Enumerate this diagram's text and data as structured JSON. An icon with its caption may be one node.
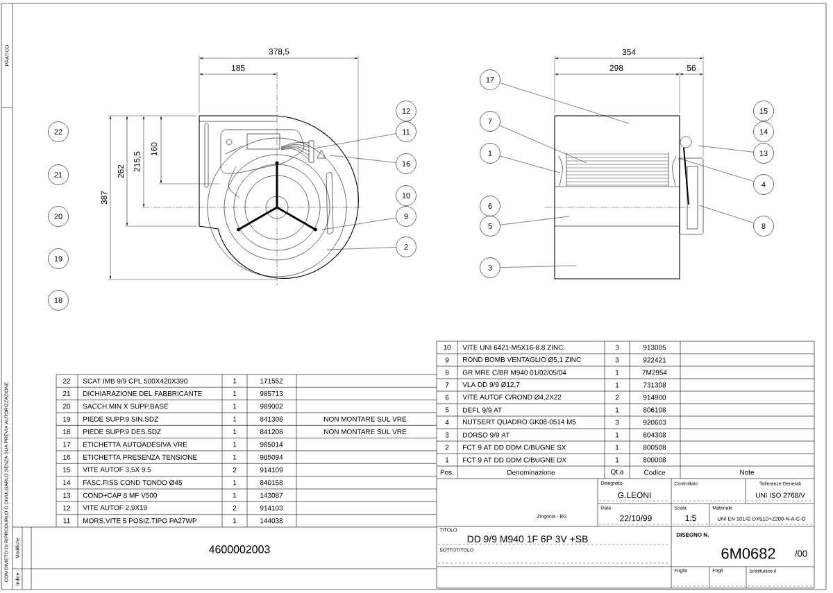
{
  "diagram": {
    "nodes": [
      {
        "text": [
          "22"
        ]
      },
      {
        "text": [
          "21"
        ]
      },
      {
        "text": [
          "20"
        ]
      },
      {
        "text": [
          "19"
        ]
      },
      {
        "text": [
          "18"
        ]
      },
      {
        "text": [
          "12"
        ]
      },
      {
        "text": [
          "11"
        ]
      },
      {
        "text": [
          "16"
        ]
      },
      {
        "text": [
          "10"
        ]
      },
      {
        "text": [
          "9"
        ]
      },
      {
        "text": [
          "2"
        ]
      },
      {
        "text": [
          "17"
        ]
      },
      {
        "text": [
          "7"
        ]
      },
      {
        "text": [
          "1"
        ]
      },
      {
        "text": [
          "6"
        ]
      },
      {
        "text": [
          "5"
        ]
      },
      {
        "text": [
          "3"
        ]
      },
      {
        "text": [
          "15"
        ]
      },
      {
        "text": [
          "14"
        ]
      },
      {
        "text": [
          "13"
        ]
      },
      {
        "text": [
          "4"
        ]
      },
      {
        "text": [
          "8"
        ]
      }
    ],
    "edges": [
      {
        "from": 6,
        "to": null,
        "arrow": "none"
      },
      {
        "from": 7,
        "to": null,
        "arrow": "none"
      },
      {
        "from": 9,
        "to": null,
        "arrow": "none"
      },
      {
        "from": 10,
        "to": null,
        "arrow": "none"
      },
      {
        "from": 11,
        "to": null,
        "arrow": "none"
      },
      {
        "from": 12,
        "to": null,
        "arrow": "none"
      },
      {
        "from": 13,
        "to": null,
        "arrow": "none"
      },
      {
        "from": 15,
        "to": null,
        "arrow": "none"
      },
      {
        "from": 16,
        "to": null,
        "arrow": "none"
      },
      {
        "from": 19,
        "to": null,
        "arrow": "none"
      },
      {
        "from": 20,
        "to": null,
        "arrow": "none"
      },
      {
        "from": 21,
        "to": null,
        "arrow": "none"
      }
    ],
    "labels": [
      "PRATICO",
      "CON DIVIETO DI RIPRODURLO O DIVULGARLO SENZA SUA PREVIA AUTORIZZAZIONE",
      "378,5",
      "185",
      "354",
      "298",
      "56",
      "387",
      "262",
      "215,5",
      "160",
      "10",
      "VITE UNI 6421-M5X16-8.8 ZINC.",
      "3",
      "913005",
      "9",
      "ROND BOMB VENTAGLIO Ø5,1 ZINC",
      "3",
      "922421",
      "8",
      "GR MRE C/BR M940 01/02/05/04",
      "1",
      "7M2954",
      "7",
      "VLA DD 9/9 Ø12,7",
      "1",
      "731308",
      "6",
      "VITE AUTOF C/ROND Ø4,2X22",
      "2",
      "914900",
      "5",
      "DEFL 9/9 AT",
      "1",
      "806108",
      "4",
      "NUTSERT QUADRO GK08-0514 M5",
      "3",
      "920603",
      "3",
      "DORSO 9/9 AT",
      "1",
      "804308",
      "2",
      "FCT 9 AT DD DDM C/BUGNE SX",
      "1",
      "800508",
      "1",
      "FCT 9 AT DD DDM C/BUGNE DX",
      "1",
      "800008",
      "Pos.",
      "Denominazione",
      "Qt.a",
      "Codice",
      "Note",
      "22",
      "SCAT IMB 9/9 CPL 500X420X390",
      "1",
      "171552",
      "21",
      "DICHIARAZIONE DEL FABBRICANTE",
      "1",
      "985713",
      "20",
      "SACCH.MIN X SUPP.BASE",
      "1",
      "989002",
      "19",
      "PIEDE SUPP.9 SIN.SDZ",
      "1",
      "841308",
      "NON MONTARE SUL VRE",
      "18",
      "PIEDE SUPP.9 DES.SDZ",
      "1",
      "841208",
      "NON MONTARE SUL VRE",
      "17",
      "ETICHETTA AUTOADESIVA VRE",
      "1",
      "985014",
      "16",
      "ETICHETTA PRESENZA TENSIONE",
      "1",
      "985094",
      "15",
      "VITE AUTOF 3,5X 9.5",
      "2",
      "914109",
      "14",
      "FASC.FISS COND TONDO Ø45",
      "1",
      "840158",
      "13",
      "COND+CAP 8 MF V500",
      "1",
      "143087",
      "12",
      "VITE AUTOF 2,9X19",
      "2",
      "914103",
      "11",
      "MORS.VITE 5 POSIZ.TIPO PA27WP",
      "1",
      "144038",
      "Disegnato",
      "G.LEONI",
      "Controllato",
      "Tolleranze Generali",
      "UNI ISO 2768/V",
      "Zingonia - BG",
      "Data",
      "22/10/99",
      "Scala",
      "1:5",
      "Materiale",
      "UNI EN 10142 DX51D+Z200-N-A-C-O",
      "4600002003",
      "TITOLO",
      "DD 9/9 M940 1F 6P 3V +SB",
      "DISEGNO N.",
      "6M0682",
      "/00",
      "SOTTOTITOLO",
      "Modifiche",
      "Indice",
      "Foglio",
      "Fogli",
      "Sostituisce il"
    ]
  }
}
